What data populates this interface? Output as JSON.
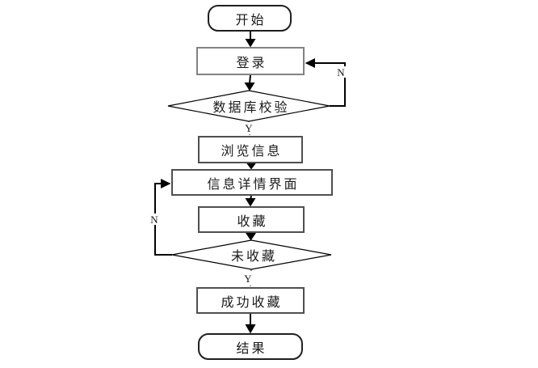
{
  "diagram": {
    "type": "flowchart",
    "background_color": "#ffffff",
    "line_color": "#000000",
    "nodes": [
      {
        "id": "start",
        "shape": "terminator",
        "label": "开始"
      },
      {
        "id": "login",
        "shape": "process",
        "label": "登录"
      },
      {
        "id": "db-check",
        "shape": "decision",
        "label": "数据库校验"
      },
      {
        "id": "browse",
        "shape": "process",
        "label": "浏览信息"
      },
      {
        "id": "detail",
        "shape": "process",
        "label": "信息详情界面"
      },
      {
        "id": "collect",
        "shape": "process",
        "label": "收藏"
      },
      {
        "id": "not-collected",
        "shape": "decision",
        "label": "未收藏"
      },
      {
        "id": "success",
        "shape": "process",
        "label": "成功收藏"
      },
      {
        "id": "end",
        "shape": "terminator",
        "label": "结果"
      }
    ],
    "edges": [
      {
        "from": "start",
        "to": "login",
        "label": ""
      },
      {
        "from": "login",
        "to": "db-check",
        "label": ""
      },
      {
        "from": "db-check",
        "to": "browse",
        "label": "Y"
      },
      {
        "from": "db-check",
        "to": "login",
        "label": "N"
      },
      {
        "from": "browse",
        "to": "detail",
        "label": ""
      },
      {
        "from": "detail",
        "to": "collect",
        "label": ""
      },
      {
        "from": "collect",
        "to": "not-collected",
        "label": ""
      },
      {
        "from": "not-collected",
        "to": "success",
        "label": "Y"
      },
      {
        "from": "not-collected",
        "to": "detail",
        "label": "N"
      },
      {
        "from": "success",
        "to": "end",
        "label": ""
      }
    ]
  }
}
